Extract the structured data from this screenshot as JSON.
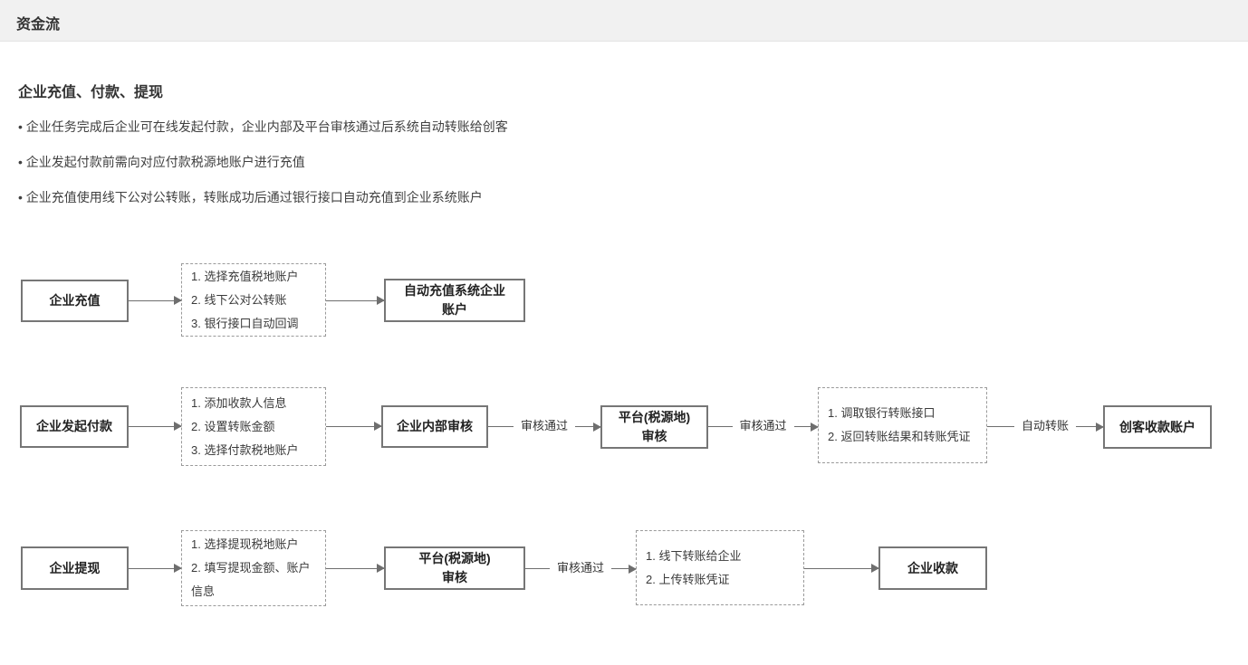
{
  "header": {
    "title": "资金流"
  },
  "section": {
    "heading": "企业充值、付款、提现",
    "bullets": [
      "企业任务完成后企业可在线发起付款，企业内部及平台审核通过后系统自动转账给创客",
      "企业发起付款前需向对应付款税源地账户进行充值",
      "企业充值使用线下公对公转账，转账成功后通过银行接口自动充值到企业系统账户"
    ]
  },
  "flows": {
    "recharge": {
      "start": "企业充值",
      "steps": [
        "1. 选择充值税地账户",
        "2. 线下公对公转账",
        "3. 银行接口自动回调"
      ],
      "end_lines": [
        "自动充值系统企业",
        "账户"
      ]
    },
    "payment": {
      "start": "企业发起付款",
      "steps": [
        "1. 添加收款人信息",
        "2. 设置转账金额",
        "3. 选择付款税地账户"
      ],
      "internal_review": "企业内部审核",
      "label_internal_passed": "审核通过",
      "platform_review_lines": [
        "平台(税源地)",
        "审核"
      ],
      "label_platform_passed": "审核通过",
      "bank_steps": [
        "1. 调取银行转账接口",
        "2. 返回转账结果和转账凭证"
      ],
      "label_auto_transfer": "自动转账",
      "end": "创客收款账户"
    },
    "withdraw": {
      "start": "企业提现",
      "steps": [
        "1. 选择提现税地账户",
        "2. 填写提现金额、账户",
        "信息"
      ],
      "platform_review_lines": [
        "平台(税源地)",
        "审核"
      ],
      "label_review_passed": "审核通过",
      "offline_steps": [
        "1. 线下转账给企业",
        "2. 上传转账凭证"
      ],
      "end": "企业收款"
    }
  },
  "colors": {
    "topbar_bg": "#f1f1f1",
    "box_border": "#767676",
    "dashed_border": "#9a9a9a",
    "arrow": "#6e6e6e"
  }
}
